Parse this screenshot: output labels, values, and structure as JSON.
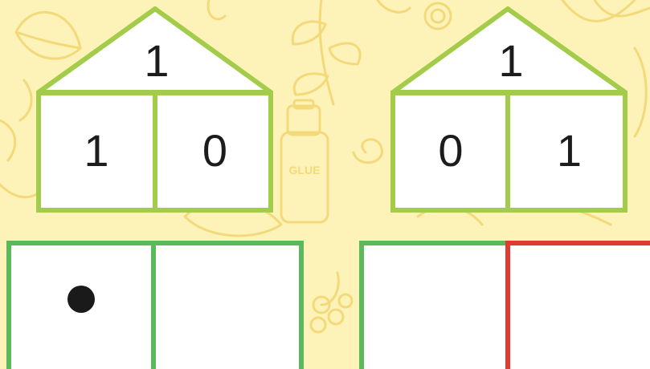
{
  "houses": [
    {
      "roof": "1",
      "left": "1",
      "right": "0"
    },
    {
      "roof": "1",
      "left": "0",
      "right": "1"
    }
  ],
  "answer_cards": [
    {
      "left_dots": 1,
      "right_dots": 0,
      "border_color": "#5cb85c"
    },
    {
      "left_dots": 0,
      "right_dots": 0,
      "border_color": "#5cb85c",
      "right_border_color": "#e03a32"
    }
  ],
  "colors": {
    "background": "#fdf3b8",
    "doodle": "#f3d97a",
    "house_border": "#a3cc4a",
    "card_border": "#5cb85c",
    "selected_border": "#e03a32",
    "dot": "#1a1a1a"
  },
  "decor": {
    "glue_label": "GLUE"
  }
}
